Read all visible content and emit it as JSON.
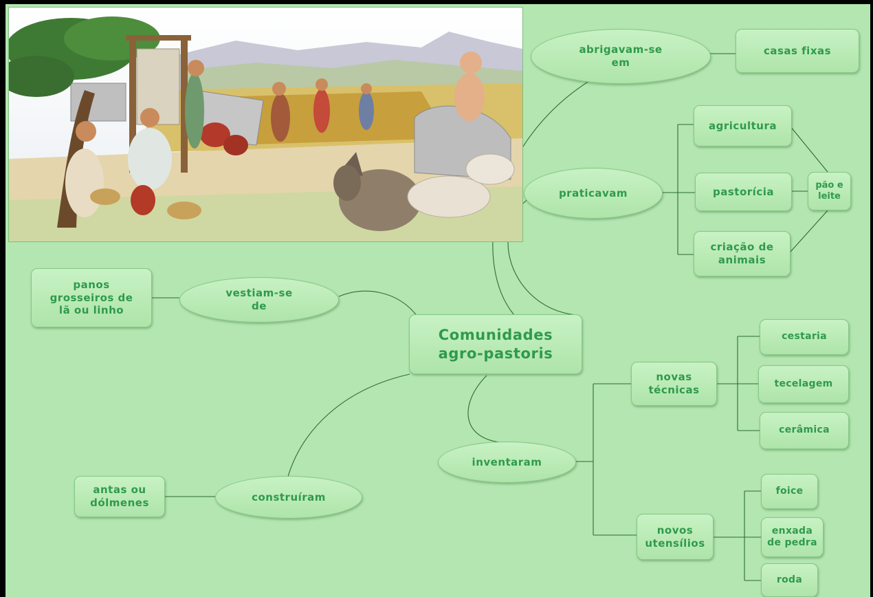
{
  "center": "Comunidades\nagro-pastoris",
  "nodes": {
    "abrigavam": "abrigavam-se\nem",
    "casas_fixas": "casas fixas",
    "praticavam": "praticavam",
    "agricultura": "agricultura",
    "pastoricia": "pastorícia",
    "criacao": "criação de\nanimais",
    "pao_leite": "pão e\nleite",
    "vestiam": "vestiam-se\nde",
    "panos": "panos\ngrosseiros de\nlã ou linho",
    "novas_tecnicas": "novas\ntécnicas",
    "cestaria": "cestaria",
    "tecelagem": "tecelagem",
    "ceramica": "cerâmica",
    "inventaram": "inventaram",
    "novos_utensilios": "novos\nutensílios",
    "foice": "foice",
    "enxada": "enxada\nde pedra",
    "roda": "roda",
    "construiram": "construíram",
    "antas": "antas ou\ndólmenes"
  },
  "colors": {
    "background": "#b3e6b1",
    "node_text": "#2f9a4c",
    "line": "#2e6b32"
  },
  "illustration": "prehistoric-village-scene"
}
